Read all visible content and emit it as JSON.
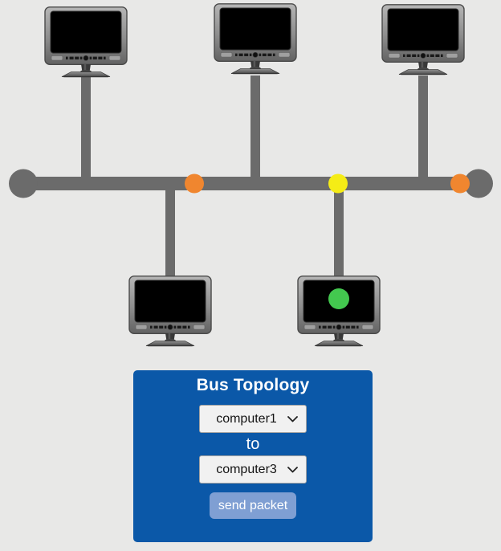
{
  "app": {
    "background": "#e8e8e7"
  },
  "network": {
    "bus_color": "#6b6b6b",
    "endpoint_color": "#6b6b6b",
    "packet_dots": [
      {
        "id": "bus-dot-left",
        "color": "#f0862f"
      },
      {
        "id": "bus-dot-middle",
        "color": "#f5ec16"
      },
      {
        "id": "bus-dot-right",
        "color": "#f0862f"
      }
    ],
    "delivered_dot": {
      "id": "computer5-screen-dot",
      "color": "#43c84f"
    }
  },
  "panel": {
    "background": "#0b58a8",
    "title": "Bus Topology",
    "source_select": {
      "value": "computer1"
    },
    "between_label": "to",
    "dest_select": {
      "value": "computer3"
    },
    "send_button": {
      "label": "send packet",
      "background": "#7f9fd3"
    }
  }
}
